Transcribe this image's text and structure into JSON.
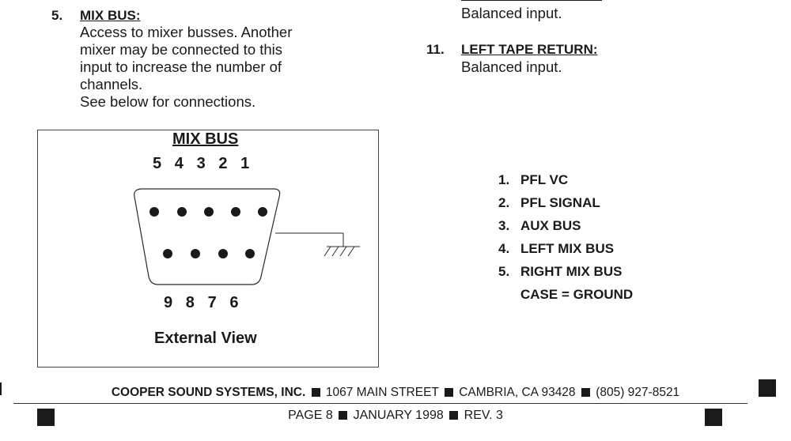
{
  "left_column": {
    "item5": {
      "number": "5.",
      "title": "MIX BUS:",
      "description_lines": [
        "Access to mixer busses. Another",
        "mixer may be connected to this",
        "input to increase the number of",
        "channels."
      ],
      "note": "See below for connections."
    }
  },
  "right_column": {
    "item10_tail": "Balanced input.",
    "item11": {
      "number": "11.",
      "title": "LEFT TAPE RETURN:",
      "description": "Balanced input."
    }
  },
  "figure": {
    "title": "MIX BUS",
    "top_pin_numbers": "5   4   3   2   1",
    "bottom_pin_numbers": "9   8   7   6",
    "caption": "External View"
  },
  "pin_legend": [
    {
      "num": "1.",
      "label": "PFL VC"
    },
    {
      "num": "2.",
      "label": "PFL SIGNAL"
    },
    {
      "num": "3.",
      "label": "AUX BUS"
    },
    {
      "num": "4.",
      "label": "LEFT MIX BUS"
    },
    {
      "num": "5.",
      "label": "RIGHT MIX BUS"
    }
  ],
  "case_note": "CASE = GROUND",
  "footer": {
    "company": "COOPER SOUND SYSTEMS, INC.",
    "address": "1067 MAIN STREET",
    "city": "CAMBRIA, CA 93428",
    "phone": "(805) 927-8521",
    "page": "PAGE 8",
    "date": "JANUARY 1998",
    "rev": "REV. 3"
  }
}
